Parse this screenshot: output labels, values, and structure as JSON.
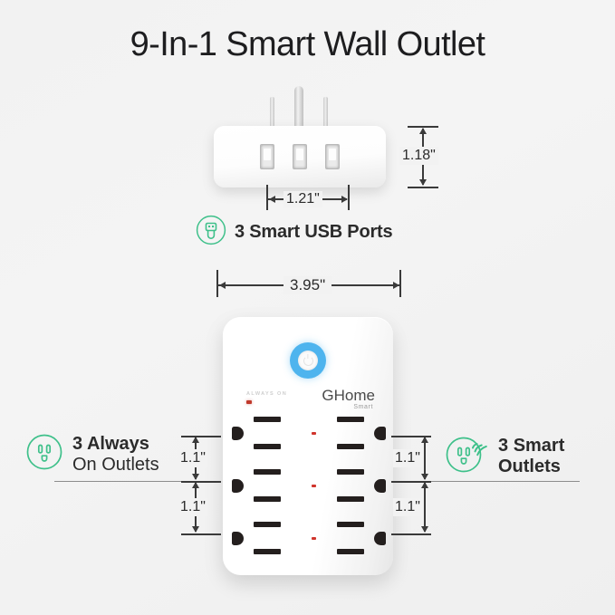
{
  "page": {
    "title": "9-In-1 Smart Wall Outlet",
    "background_color": "#f2f2f2",
    "accent_green": "#3ec08a",
    "accent_blue": "#4eb4ee",
    "led_red": "#c0392b"
  },
  "usb_unit": {
    "caption": "3 Smart USB Ports",
    "icon": "usb-plug-icon",
    "port_count": 3,
    "dimensions": {
      "height_label": "1.18\"",
      "width_label": "1.21\""
    }
  },
  "outlet_unit": {
    "width_label": "3.95\"",
    "power_button": "power-button",
    "always_on_label": "ALWAYS ON",
    "brand": {
      "name": "GHome",
      "sub": "Smart"
    },
    "socket_rows": 3,
    "socket_cols": 2,
    "row_spacing_label": "1.1\""
  },
  "left_caption": {
    "line1": "3 Always",
    "line2": "On Outlets",
    "icon": "outlet-icon",
    "dim_top": "1.1\"",
    "dim_bottom": "1.1\""
  },
  "right_caption": {
    "line1_number": "3",
    "line1_word": "Smart",
    "line2": "Outlets",
    "icon": "smart-outlet-wifi-icon",
    "dim_top": "1.1\"",
    "dim_bottom": "1.1\""
  }
}
